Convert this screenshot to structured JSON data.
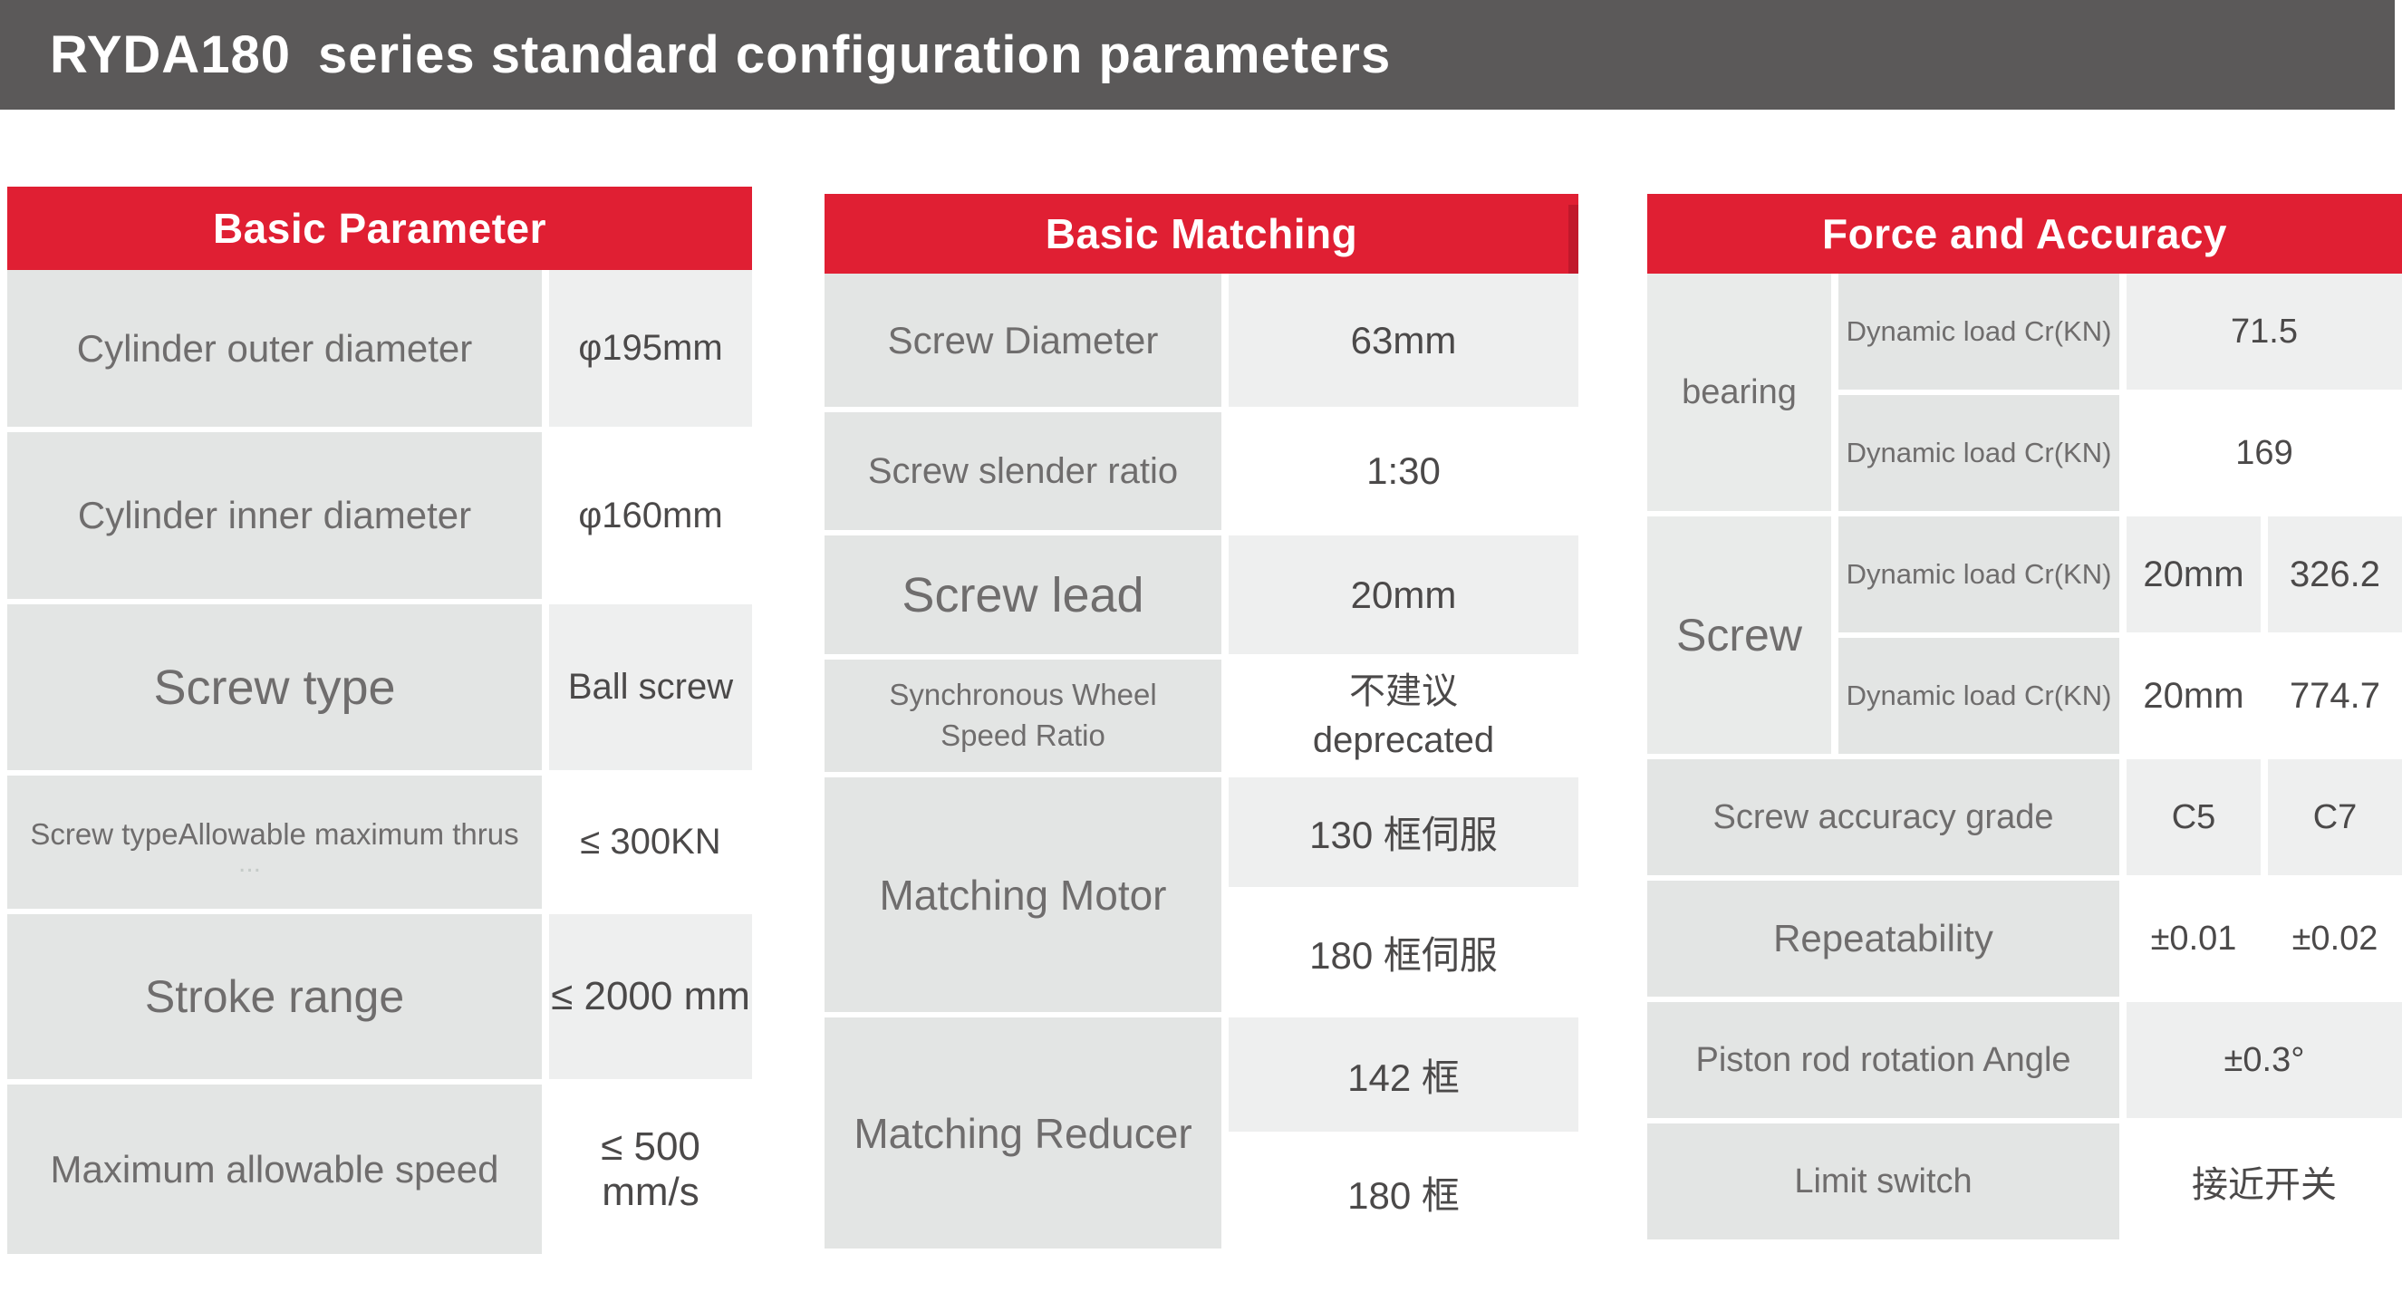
{
  "banner": {
    "model": "RYDA180",
    "subtitle": "series standard configuration parameters"
  },
  "colors": {
    "banner_gray": "#5b5959",
    "accent_red": "#e01f33",
    "accent_red_dark": "#c1182b",
    "label_gray": "#e3e5e4",
    "value_light_gray": "#eeefef",
    "value_white": "#ffffff"
  },
  "basic_parameter": {
    "header": "Basic Parameter",
    "rows": [
      {
        "label": "Cylinder outer diameter",
        "value": "φ195mm"
      },
      {
        "label": "Cylinder inner diameter",
        "value": "φ160mm"
      },
      {
        "label": "Screw type",
        "value": "Ball screw"
      },
      {
        "label": "Screw typeAllowable maximum thrus",
        "ellipsis": "...",
        "value": "≤ 300KN"
      },
      {
        "label": "Stroke range",
        "value": "≤ 2000 mm"
      },
      {
        "label": "Maximum allowable speed",
        "value": "≤ 500 mm/s"
      }
    ]
  },
  "basic_matching": {
    "header": "Basic Matching",
    "rows": [
      {
        "label": "Screw Diameter",
        "value": "63mm"
      },
      {
        "label": "Screw slender ratio",
        "value": "1:30"
      },
      {
        "label": "Screw lead",
        "value": "20mm"
      },
      {
        "label": "Synchronous Wheel Speed Ratio",
        "value_line1": "不建议",
        "value_line2": "deprecated"
      },
      {
        "label": "Matching Motor",
        "values": [
          "130 框伺服",
          "180 框伺服"
        ]
      },
      {
        "label": "Matching Reducer",
        "values": [
          "142 框",
          "180 框"
        ]
      }
    ]
  },
  "force_accuracy": {
    "header": "Force and Accuracy",
    "bearing": {
      "label": "bearing",
      "rows": [
        {
          "name": "Dynamic load Cr(KN)",
          "value": "71.5"
        },
        {
          "name": "Dynamic load Cr(KN)",
          "value": "169"
        }
      ]
    },
    "screw": {
      "label": "Screw",
      "rows": [
        {
          "name": "Dynamic load Cr(KN)",
          "lead": "20mm",
          "value": "326.2"
        },
        {
          "name": "Dynamic load Cr(KN)",
          "lead": "20mm",
          "value": "774.7"
        }
      ]
    },
    "rows": [
      {
        "label": "Screw accuracy grade",
        "v1": "C5",
        "v2": "C7"
      },
      {
        "label": "Repeatability",
        "v1": "±0.01",
        "v2": "±0.02"
      },
      {
        "label": "Piston rod rotation Angle",
        "value": "±0.3°"
      },
      {
        "label": "Limit switch",
        "value": "接近开关"
      }
    ]
  }
}
